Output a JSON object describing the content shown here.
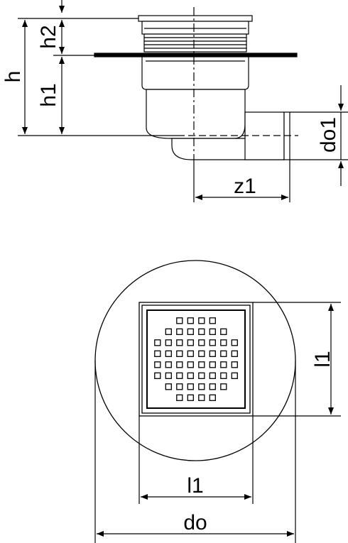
{
  "labels": {
    "h": "h",
    "h1": "h1",
    "h2": "h2",
    "z1": "z1",
    "do1": "do1",
    "l1_vertical": "l1",
    "l1_horizontal": "l1",
    "do": "do"
  },
  "colors": {
    "line": "#000000",
    "fill": "#ffffff"
  }
}
